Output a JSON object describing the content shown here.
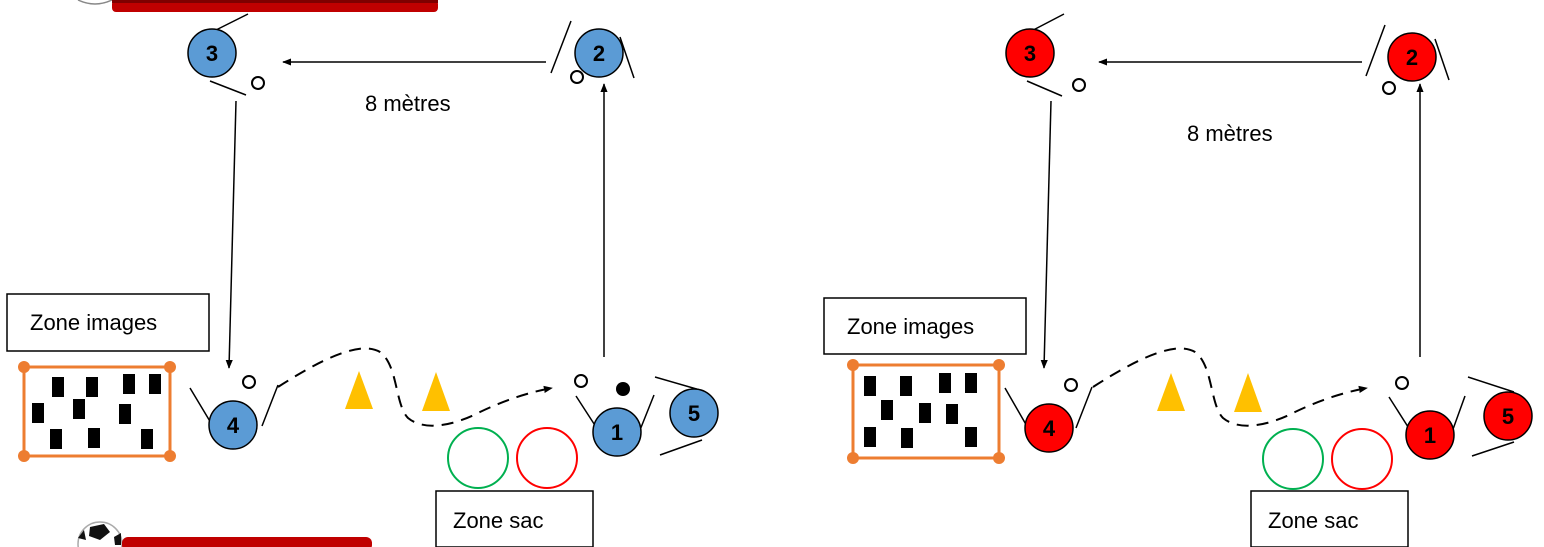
{
  "colors": {
    "left_players": "#5b9bd5",
    "right_players": "#ff0000",
    "cone": "#ffc000",
    "image_zone_border": "#ed7d31",
    "hoop_green": "#00b050",
    "hoop_red": "#ff0000",
    "header_banner": "#c00000"
  },
  "labels": {
    "distance": "8 mètres",
    "image_zone": "Zone images",
    "bag_zone": "Zone sac"
  },
  "players": [
    {
      "number": "1"
    },
    {
      "number": "2"
    },
    {
      "number": "3"
    },
    {
      "number": "4"
    },
    {
      "number": "5"
    }
  ]
}
